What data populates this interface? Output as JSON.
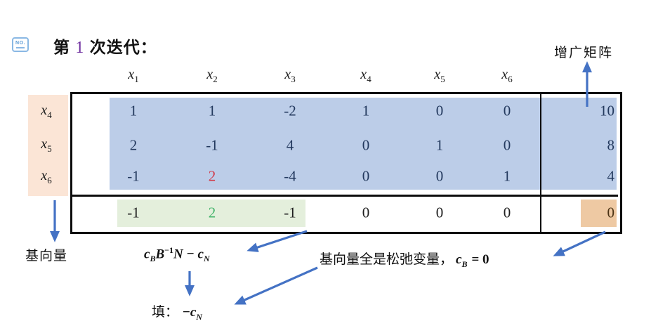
{
  "badge": {
    "label": "NO."
  },
  "title": {
    "prefix": "第 ",
    "iteration_number": "1",
    "suffix": " 次迭代："
  },
  "labels": {
    "augmented_matrix": "增广矩阵",
    "basis_vector": "基向量",
    "slack_note": {
      "text": "基向量全是松弛变量，",
      "var": "c",
      "var_sub": "B",
      "eq": "= 0"
    },
    "fill": {
      "label": "填：",
      "minus": "−",
      "var": "c",
      "var_sub": "N"
    },
    "formula": {
      "c1": "c",
      "c1_sub": "B",
      "B": "B",
      "B_sup": "−1",
      "N": "N",
      "minus": "−",
      "c2": "c",
      "c2_sub": "N"
    }
  },
  "table": {
    "col_headers": [
      {
        "base": "x",
        "sub": "1"
      },
      {
        "base": "x",
        "sub": "2"
      },
      {
        "base": "x",
        "sub": "3"
      },
      {
        "base": "x",
        "sub": "4"
      },
      {
        "base": "x",
        "sub": "5"
      },
      {
        "base": "x",
        "sub": "6"
      }
    ],
    "row_headers": [
      {
        "base": "x",
        "sub": "4"
      },
      {
        "base": "x",
        "sub": "5"
      },
      {
        "base": "x",
        "sub": "6"
      }
    ],
    "matrix_rows": [
      [
        "1",
        "1",
        "-2",
        "1",
        "0",
        "0",
        "10"
      ],
      [
        "2",
        "-1",
        "4",
        "0",
        "1",
        "0",
        "8"
      ],
      [
        "-1",
        "2",
        "-4",
        "0",
        "0",
        "1",
        "4"
      ]
    ],
    "objective_row": [
      "-1",
      "2",
      "-1",
      "0",
      "0",
      "0",
      "0"
    ]
  },
  "colors": {
    "arrow": "#4472c4",
    "highlight_blue": "#bccde8",
    "highlight_peach": "#fbe5d6",
    "highlight_green": "#e4efdc",
    "highlight_orange": "#eec9a3",
    "matrix_number": "#23395e",
    "pivot_red": "#d13a49",
    "pivot_green": "#46b56d",
    "iteration_purple": "#7030a0"
  }
}
